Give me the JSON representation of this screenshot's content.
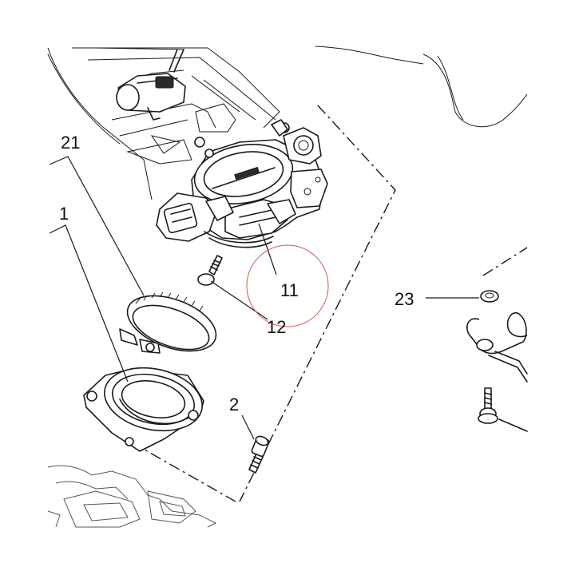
{
  "diagram": {
    "callouts": [
      {
        "id": "21",
        "label": "21"
      },
      {
        "id": "1",
        "label": "1"
      },
      {
        "id": "11",
        "label": "11"
      },
      {
        "id": "12",
        "label": "12"
      },
      {
        "id": "2",
        "label": "2"
      },
      {
        "id": "23",
        "label": "23"
      }
    ],
    "highlight_color": "#d9534f"
  }
}
